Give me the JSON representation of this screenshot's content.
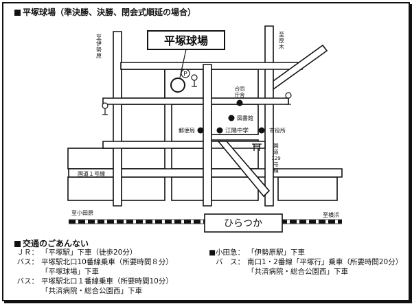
{
  "title": "平塚球場（準決勝、決勝、閉会式順延の場合）",
  "map": {
    "stadium_label": "平塚球場",
    "labels": {
      "isehara_dir": [
        "至",
        "伊",
        "勢",
        "原"
      ],
      "atsugi_dir": [
        "至",
        "厚",
        "木"
      ],
      "odawara_dir": "至小田原",
      "yokohama_dir": "至横浜",
      "route1": "国道１号線",
      "route129": [
        "国",
        "道",
        "129",
        "号",
        "線"
      ],
      "godo_chousha": [
        "合同",
        "庁舎"
      ],
      "library": "図書館",
      "post_office": "郵便局",
      "school": "江陽中学",
      "city_hall": "市役所",
      "station": "ひらつか",
      "parking_mark": "P"
    }
  },
  "access": {
    "heading": "交通のごあんない",
    "left": [
      {
        "label": "ＪＲ：",
        "text": "「平塚駅」下車（徒歩20分）"
      },
      {
        "label": "バス：",
        "text": "平塚駅北口10番線乗車（所要時間８分）"
      },
      {
        "label": "",
        "text": "「平塚球場」下車"
      },
      {
        "label": "バス：",
        "text": "平塚駅北口１番線乗車（所要時間10分）"
      },
      {
        "label": "",
        "text": "「共済病院・総合公園西」下車"
      }
    ],
    "right": [
      {
        "label": "■小田急：",
        "text": "「伊勢原駅」下車"
      },
      {
        "label": "バ　ス：",
        "text": "南口1・2番線「平塚行」乗車（所要時間20分）"
      },
      {
        "label": "",
        "text": "「共済病院・総合公園西」下車"
      }
    ]
  }
}
